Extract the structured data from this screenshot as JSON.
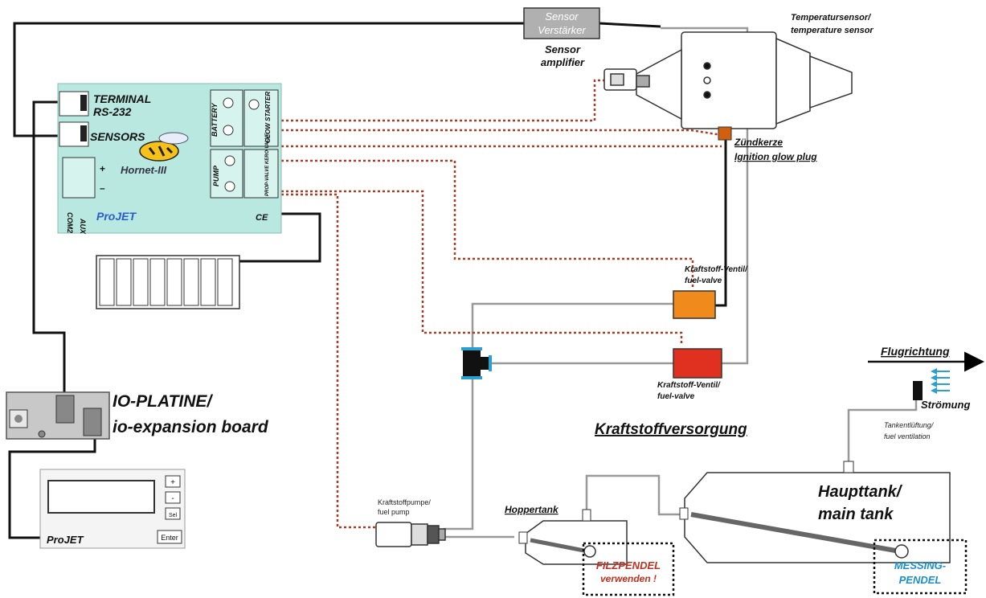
{
  "ecu": {
    "terminal": "TERMINAL",
    "rs232": "RS-232",
    "sensors": "SENSORS",
    "battery": "BATTERY",
    "glow_starter": "GLOW STARTER",
    "pump": "PUMP",
    "valve": "PROP-VALVE KERO-VALVE",
    "aux": "AUX",
    "com2": "COM2",
    "logo_brand": "ProJET",
    "logo_model": "Hornet-III",
    "ce": "CE"
  },
  "sensor_amp": {
    "line1": "Sensor",
    "line2": "Verstärker",
    "en1": "Sensor",
    "en2": "amplifier"
  },
  "labels": {
    "temp_sensor_1": "Temperatursensor/",
    "temp_sensor_2": "temperature sensor",
    "glow_plug_1": "Zündkerze",
    "glow_plug_2": "Ignition glow plug",
    "valve1_1": "Kraftstoff-Ventil/",
    "valve1_2": "fuel-valve",
    "valve2_1": "Kraftstoff-Ventil/",
    "valve2_2": "fuel-valve",
    "io_1": "IO-PLATINE/",
    "io_2": "io-expansion board",
    "title": "Kraftstoffversorgung",
    "flight_dir": "Flugrichtung",
    "flow": "Strömung",
    "vent_1": "Tankentlüftung/",
    "vent_2": "fuel ventilation",
    "main_tank_1": "Haupttank/",
    "main_tank_2": "main tank",
    "hopper": "Hoppertank",
    "pump_1": "Kraftstoffpumpe/",
    "pump_2": "fuel pump",
    "felt_1": "FILZPENDEL",
    "felt_2": "verwenden !",
    "brass_1": "MESSING-",
    "brass_2": "PENDEL"
  },
  "gsu": {
    "brand": "ProJET",
    "btn_plus": "+",
    "btn_minus": "-",
    "btn_sel": "Sel",
    "btn_enter": "Enter"
  },
  "colors": {
    "ecu_bg": "#b8e8e0",
    "orange_valve": "#f08a1c",
    "red_valve": "#e03020",
    "glow_plug": "#d06010",
    "dotted_wire": "#b03820",
    "felt_text": "#c03020",
    "brass_text": "#1a8fc8",
    "flow_arrows": "#2aa0d0"
  }
}
